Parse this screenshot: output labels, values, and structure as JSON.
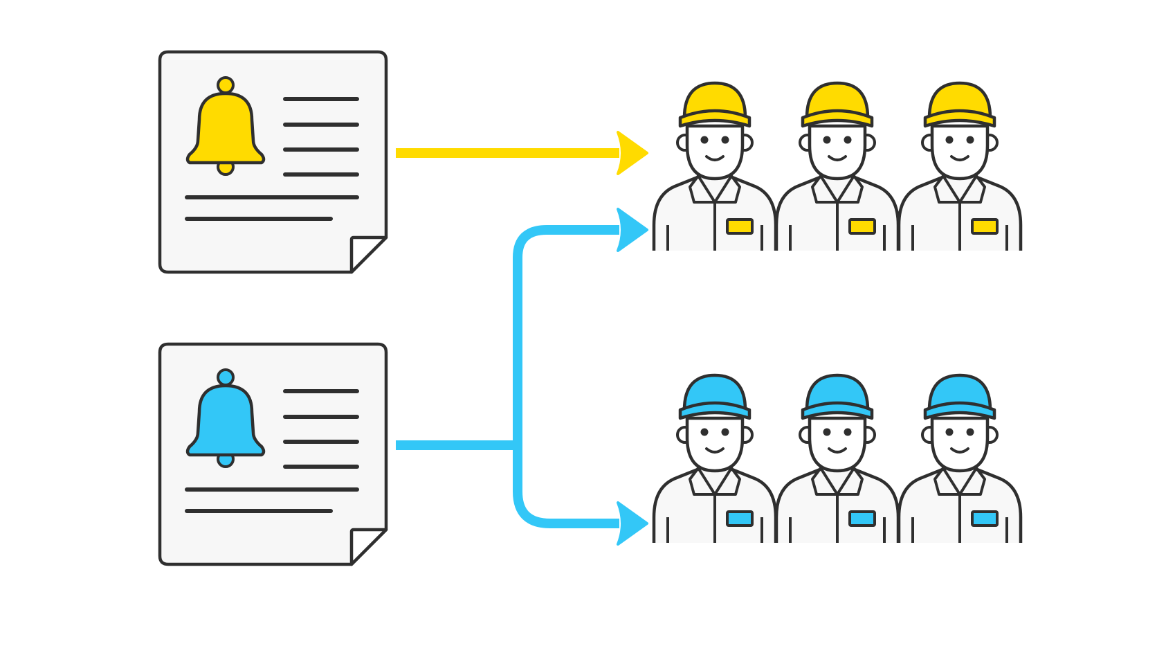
{
  "colors": {
    "outline": "#2f2f2f",
    "document_fill": "#f7f7f7",
    "worker_body_fill": "#f8f8f8",
    "skin_fill": "#ffffff",
    "yellow": "#ffdb00",
    "blue": "#33c7f7",
    "background": "#ffffff"
  },
  "icons": {
    "document": "notification-document-icon",
    "bell": "bell-icon",
    "worker": "worker-icon",
    "arrow": "arrow-icon"
  },
  "notices": [
    {
      "id": "yellow",
      "accent": "yellow",
      "line_count": 6
    },
    {
      "id": "blue",
      "accent": "blue",
      "line_count": 6
    }
  ],
  "worker_groups": [
    {
      "id": "yellow",
      "accent": "yellow",
      "count": 3
    },
    {
      "id": "blue",
      "accent": "blue",
      "count": 3
    }
  ],
  "connections": [
    {
      "from": "notice-yellow",
      "to": "worker-group-yellow",
      "color": "yellow"
    },
    {
      "from": "notice-blue",
      "to": "worker-group-yellow",
      "color": "blue"
    },
    {
      "from": "notice-blue",
      "to": "worker-group-blue",
      "color": "blue"
    }
  ]
}
